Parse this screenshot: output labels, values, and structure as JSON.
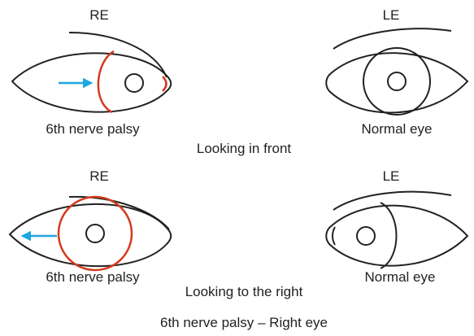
{
  "top_row": {
    "right_eye_label": "RE",
    "left_eye_label": "LE",
    "right_caption": "6th nerve palsy",
    "left_caption": "Normal eye",
    "row_caption": "Looking in front"
  },
  "bottom_row": {
    "right_eye_label": "RE",
    "left_eye_label": "LE",
    "right_caption": "6th nerve palsy",
    "left_caption": "Normal eye",
    "row_caption": "Looking to the right"
  },
  "figure_caption": "6th nerve palsy – Right eye",
  "colors": {
    "outline": "#222222",
    "palsy_iris": "#d43a1e",
    "arrow": "#1fa6e0"
  }
}
